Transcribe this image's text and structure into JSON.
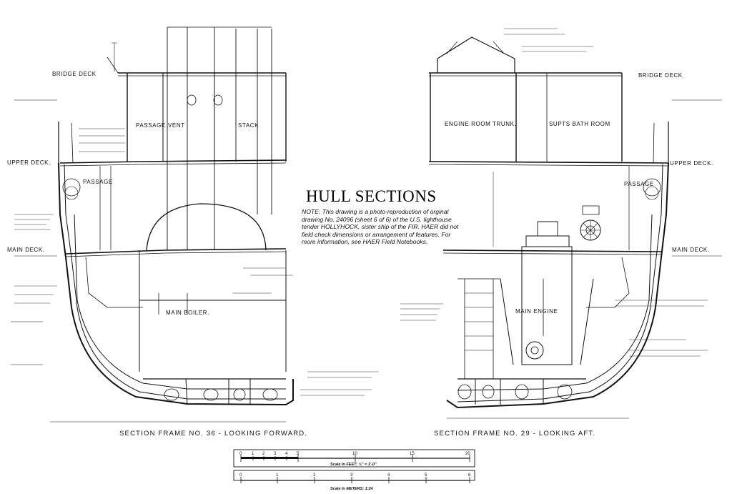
{
  "title": "HULL SECTIONS",
  "note": "NOTE: This drawing is a photo-reproduction of orginal drawing No. 24096 (sheet 6 of 6) of the U.S. lighthouse tender HOLLYHOCK, sister ship of the FIR. HAER did not field check dimensions or arrangement of features. For more information, see HAER Field Notebooks.",
  "left_section": {
    "caption": "SECTION FRAME NO. 36 - LOOKING FORWARD.",
    "deck_labels": {
      "bridge": "BRIDGE DECK",
      "upper": "UPPER DECK.",
      "main": "MAIN DECK."
    },
    "room_labels": {
      "passage_top": "PASSAGE",
      "vent": "VENT",
      "stack": "STACK",
      "passage_side": "PASSAGE",
      "boiler": "MAIN BOILER."
    }
  },
  "right_section": {
    "caption": "SECTION FRAME NO. 29 - LOOKING AFT.",
    "deck_labels": {
      "bridge": "BRIDGE DECK",
      "upper": "UPPER DECK.",
      "main": "MAIN DECK."
    },
    "room_labels": {
      "trunk": "ENGINE ROOM TRUNK.",
      "bath": "SUPTS BATH ROOM",
      "passage_side": "PASSAGE",
      "engine": "MAIN ENGINE"
    }
  },
  "scale_feet": {
    "caption": "Scale In FEET: ½\" = 1'-0\"",
    "ticks": [
      "0",
      "1",
      "2",
      "3",
      "4",
      "5",
      "10",
      "15",
      "20"
    ]
  },
  "scale_meters": {
    "caption": "Scale In METERS: 1:24",
    "ticks": [
      "0",
      "1",
      "2",
      "3",
      "4",
      "5",
      "6"
    ]
  }
}
